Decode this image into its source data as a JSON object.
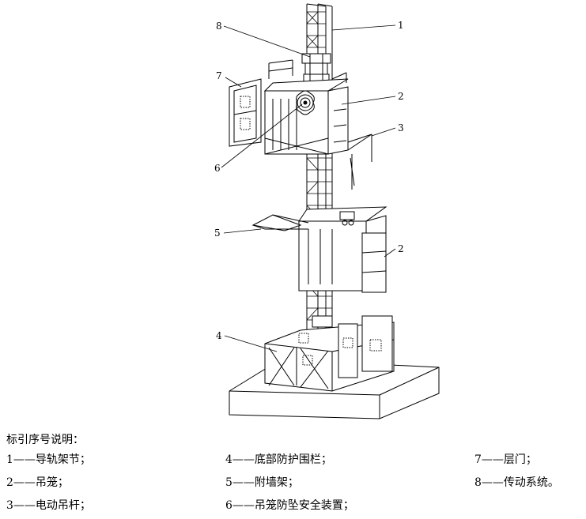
{
  "figure": {
    "callouts": [
      "1",
      "2",
      "3",
      "4",
      "5",
      "6",
      "7",
      "8",
      "2"
    ]
  },
  "legend": {
    "title": "标引序号说明：",
    "items": [
      "1——导轨架节；",
      "2——吊笼；",
      "3——电动吊杆；",
      "4——底部防护围栏；",
      "5——附墙架；",
      "6——吊笼防坠安全装置；",
      "7——层门；",
      "8——传动系统。"
    ]
  }
}
